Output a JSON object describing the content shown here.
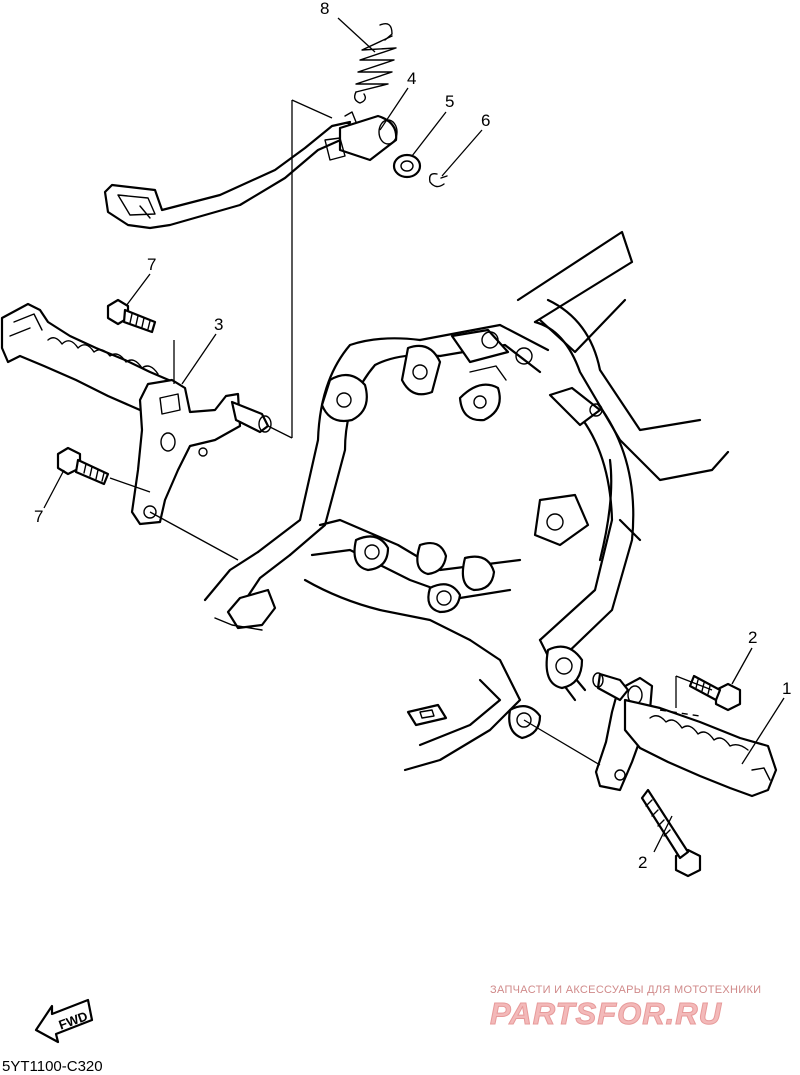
{
  "callouts": [
    {
      "id": "c8",
      "label": "8"
    },
    {
      "id": "c4",
      "label": "4"
    },
    {
      "id": "c5",
      "label": "5"
    },
    {
      "id": "c6",
      "label": "6"
    },
    {
      "id": "c7a",
      "label": "7"
    },
    {
      "id": "c3",
      "label": "3"
    },
    {
      "id": "c7b",
      "label": "7"
    },
    {
      "id": "c2a",
      "label": "2"
    },
    {
      "id": "c1",
      "label": "1"
    },
    {
      "id": "c2b",
      "label": "2"
    }
  ],
  "fwd_marker": {
    "label": "FWD"
  },
  "diagram_code": "5YT1100-C320",
  "watermark": {
    "tagline": "ЗАПЧАСТИ И АКСЕССУАРЫ ДЛЯ МОТОТЕХНИКИ",
    "brand": "PARTSFOR.RU"
  }
}
